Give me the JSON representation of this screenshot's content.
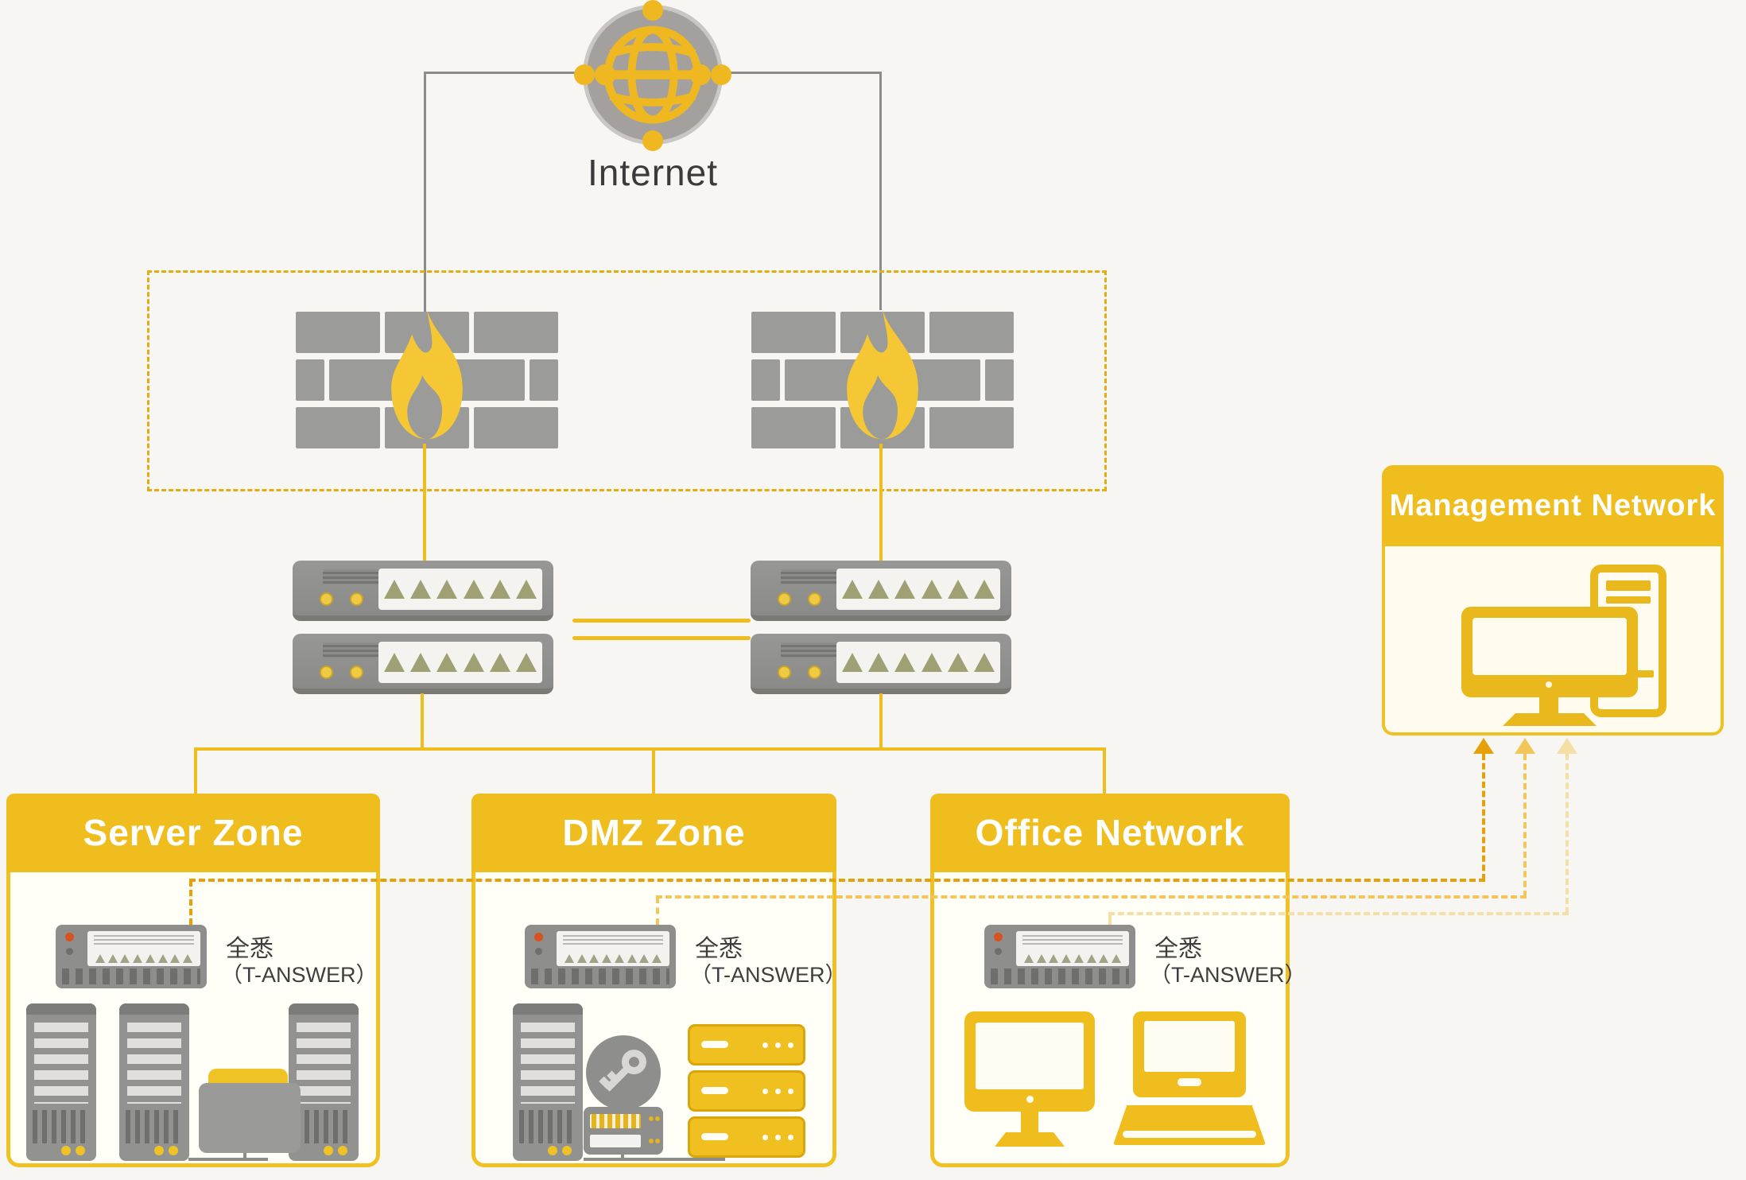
{
  "diagram": {
    "background": "#F7F6F2",
    "internet": {
      "label": "Internet"
    },
    "management": {
      "title": "Management Network"
    },
    "zones": [
      {
        "title": "Server Zone",
        "device_name": "全悉",
        "device_model": "（T-ANSWER）"
      },
      {
        "title": "DMZ Zone",
        "device_name": "全悉",
        "device_model": "（T-ANSWER）"
      },
      {
        "title": "Office Network",
        "device_name": "全悉",
        "device_model": "（T-ANSWER）"
      }
    ],
    "colors": {
      "accent_yellow": "#EFBE1E",
      "flame_yellow": "#F5C734",
      "brick_gray": "#9B9B99",
      "device_gray": "#8E8E8C",
      "zone_body": "#FFFEF7",
      "management_body": "#FFFBEE",
      "link_server": "#E7A108",
      "link_dmz": "#F2C65A",
      "link_office": "#F6DFA4",
      "text_dark": "#3B3B3B"
    },
    "icons": {
      "globe-icon": "yellow wireframe globe on gray disc",
      "firewall-icon": "gray brick wall with yellow flame",
      "switch-icon": "rack switch with port triangles",
      "t-answer-appliance-icon": "gray network appliance",
      "server-tower-icon": "gray server tower",
      "storage-folder-icon": "folder with yellow flap",
      "key-server-icon": "authentication server with key",
      "rack-unit-icon": "yellow rack unit",
      "monitor-icon": "yellow desktop monitor",
      "laptop-icon": "yellow laptop",
      "management-workstation-icon": "yellow monitor and tower",
      "up-arrow-icon": "dashed arrow pointing up"
    }
  }
}
